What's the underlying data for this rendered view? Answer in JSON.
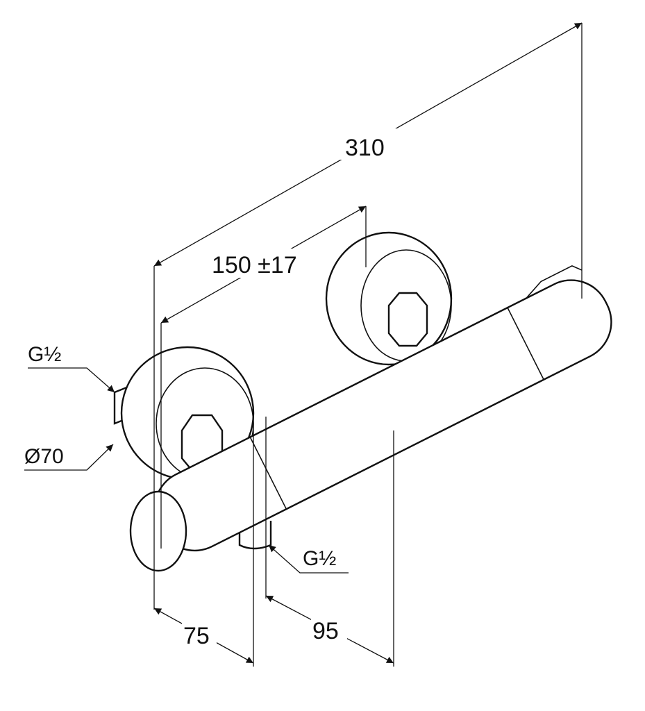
{
  "dimensions": {
    "overall_length": "310",
    "connection_spacing": "150 ±17",
    "inlet_thread_top": "G½",
    "escutcheon_diameter": "Ø70",
    "outlet_thread": "G½",
    "depth_to_outlet": "75",
    "outlet_to_body": "95"
  }
}
